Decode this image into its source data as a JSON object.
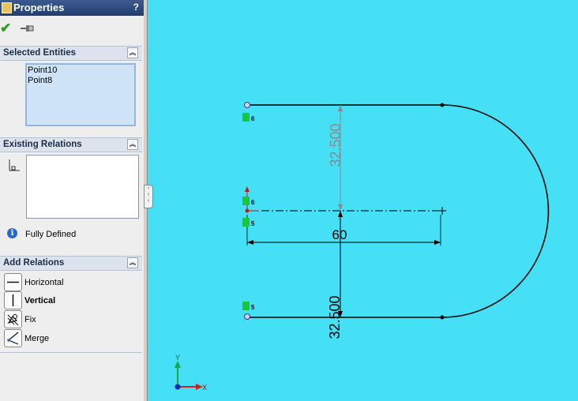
{
  "panel": {
    "title": "Properties",
    "help": "?",
    "ok_icon": "checkmark-icon",
    "pin_icon": "pushpin-icon"
  },
  "selected_entities": {
    "header": "Selected Entities",
    "items": [
      "Point10",
      "Point8"
    ]
  },
  "existing_relations": {
    "header": "Existing Relations",
    "status": "Fully Defined",
    "status_icon": "info-icon"
  },
  "add_relations": {
    "header": "Add Relations",
    "items": [
      {
        "label": "Horizontal",
        "icon": "horizontal-relation-icon"
      },
      {
        "label": "Vertical",
        "icon": "vertical-relation-icon"
      },
      {
        "label": "Fix",
        "icon": "fix-relation-icon"
      },
      {
        "label": "Merge",
        "icon": "merge-relation-icon"
      }
    ]
  },
  "sketch": {
    "dim_top": "32.500",
    "dim_width": "60",
    "dim_bottom": "32.500",
    "rel_tags": [
      "6",
      "6",
      "5",
      "5"
    ],
    "axis_x": "X",
    "axis_y": "Y"
  },
  "colors": {
    "canvas_bg": "#45e0f5",
    "panel_bg": "#eeeeee",
    "relation_tag": "#19c83a",
    "selection_bg": "#cfe3f7"
  }
}
